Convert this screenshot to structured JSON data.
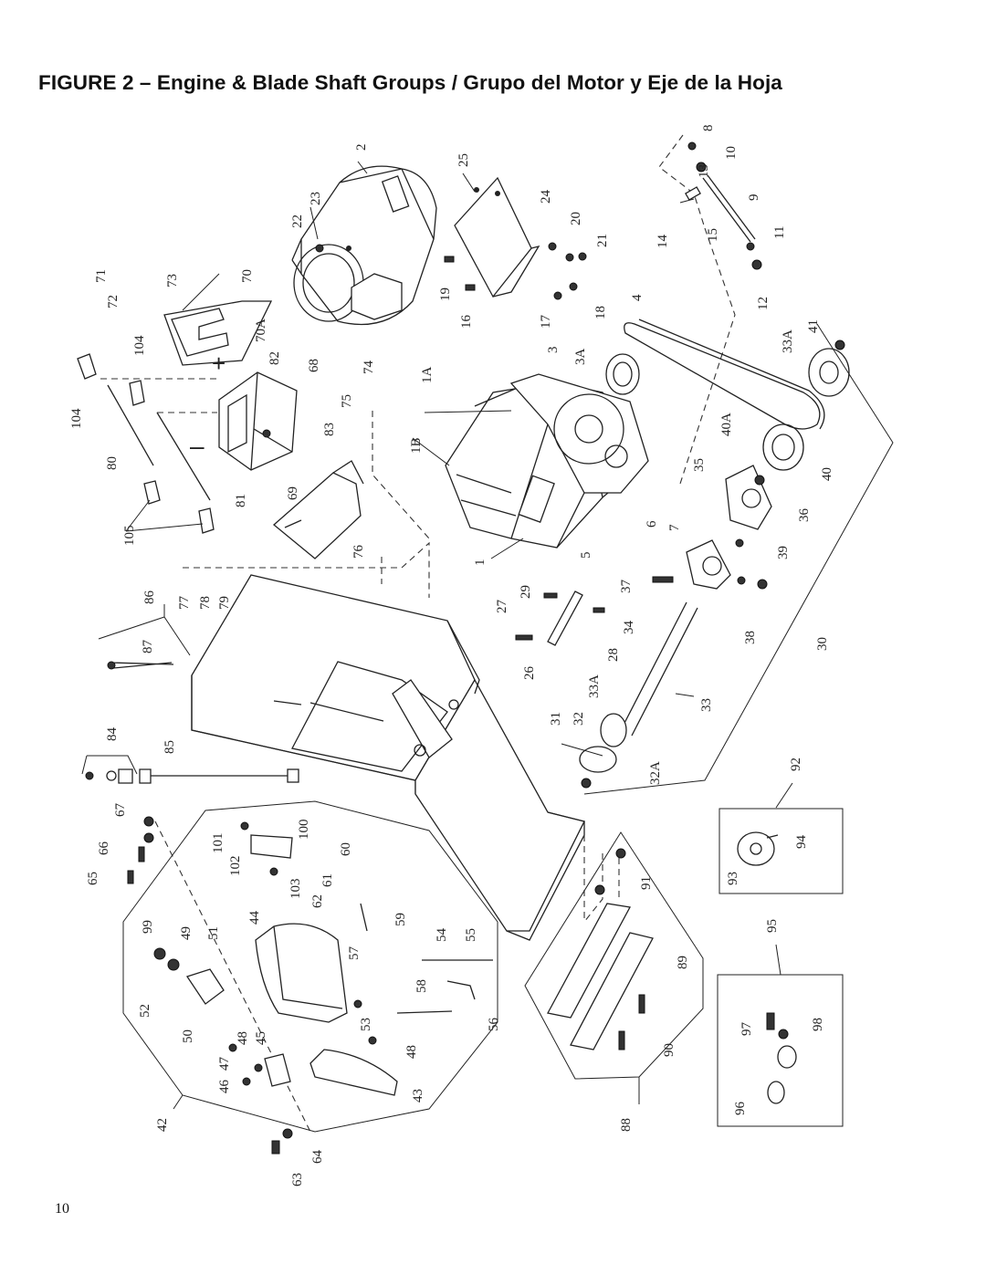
{
  "figure": {
    "title": "FIGURE 2 – Engine & Blade Shaft Groups / Grupo del Motor y Eje de la Hoja",
    "page_number": "10"
  },
  "labels": [
    {
      "id": "2",
      "text": "2"
    },
    {
      "id": "22",
      "text": "22"
    },
    {
      "id": "23",
      "text": "23"
    },
    {
      "id": "25",
      "text": "25"
    },
    {
      "id": "24",
      "text": "24"
    },
    {
      "id": "20",
      "text": "20"
    },
    {
      "id": "21",
      "text": "21"
    },
    {
      "id": "19",
      "text": "19"
    },
    {
      "id": "16",
      "text": "16"
    },
    {
      "id": "17",
      "text": "17"
    },
    {
      "id": "18",
      "text": "18"
    },
    {
      "id": "8",
      "text": "8"
    },
    {
      "id": "10",
      "text": "10"
    },
    {
      "id": "13",
      "text": "13"
    },
    {
      "id": "9",
      "text": "9"
    },
    {
      "id": "14",
      "text": "14"
    },
    {
      "id": "15",
      "text": "15"
    },
    {
      "id": "11",
      "text": "11"
    },
    {
      "id": "12",
      "text": "12"
    },
    {
      "id": "71",
      "text": "71"
    },
    {
      "id": "72",
      "text": "72"
    },
    {
      "id": "73",
      "text": "73"
    },
    {
      "id": "70",
      "text": "70"
    },
    {
      "id": "70A",
      "text": "70A"
    },
    {
      "id": "104a",
      "text": "104"
    },
    {
      "id": "104b",
      "text": "104"
    },
    {
      "id": "82",
      "text": "82"
    },
    {
      "id": "68",
      "text": "68"
    },
    {
      "id": "74",
      "text": "74"
    },
    {
      "id": "75",
      "text": "75"
    },
    {
      "id": "83",
      "text": "83"
    },
    {
      "id": "80",
      "text": "80"
    },
    {
      "id": "81",
      "text": "81"
    },
    {
      "id": "69",
      "text": "69"
    },
    {
      "id": "105",
      "text": "105"
    },
    {
      "id": "4",
      "text": "4"
    },
    {
      "id": "3",
      "text": "3"
    },
    {
      "id": "3A",
      "text": "3A"
    },
    {
      "id": "1A",
      "text": "1A"
    },
    {
      "id": "1B",
      "text": "1B"
    },
    {
      "id": "1",
      "text": "1"
    },
    {
      "id": "33A_top",
      "text": "33A"
    },
    {
      "id": "41",
      "text": "41"
    },
    {
      "id": "40A",
      "text": "40A"
    },
    {
      "id": "35",
      "text": "35"
    },
    {
      "id": "40",
      "text": "40"
    },
    {
      "id": "36",
      "text": "36"
    },
    {
      "id": "6",
      "text": "6"
    },
    {
      "id": "7",
      "text": "7"
    },
    {
      "id": "5",
      "text": "5"
    },
    {
      "id": "39",
      "text": "39"
    },
    {
      "id": "76",
      "text": "76"
    },
    {
      "id": "77",
      "text": "77"
    },
    {
      "id": "78",
      "text": "78"
    },
    {
      "id": "79",
      "text": "79"
    },
    {
      "id": "86",
      "text": "86"
    },
    {
      "id": "87",
      "text": "87"
    },
    {
      "id": "29",
      "text": "29"
    },
    {
      "id": "27",
      "text": "27"
    },
    {
      "id": "37",
      "text": "37"
    },
    {
      "id": "34",
      "text": "34"
    },
    {
      "id": "38",
      "text": "38"
    },
    {
      "id": "30",
      "text": "30"
    },
    {
      "id": "28",
      "text": "28"
    },
    {
      "id": "26",
      "text": "26"
    },
    {
      "id": "33A_mid",
      "text": "33A"
    },
    {
      "id": "33",
      "text": "33"
    },
    {
      "id": "31",
      "text": "31"
    },
    {
      "id": "32",
      "text": "32"
    },
    {
      "id": "32A",
      "text": "32A"
    },
    {
      "id": "84",
      "text": "84"
    },
    {
      "id": "85",
      "text": "85"
    },
    {
      "id": "92",
      "text": "92"
    },
    {
      "id": "67",
      "text": "67"
    },
    {
      "id": "66",
      "text": "66"
    },
    {
      "id": "65",
      "text": "65"
    },
    {
      "id": "101",
      "text": "101"
    },
    {
      "id": "100",
      "text": "100"
    },
    {
      "id": "102",
      "text": "102"
    },
    {
      "id": "60",
      "text": "60"
    },
    {
      "id": "103",
      "text": "103"
    },
    {
      "id": "61",
      "text": "61"
    },
    {
      "id": "62",
      "text": "62"
    },
    {
      "id": "94",
      "text": "94"
    },
    {
      "id": "93",
      "text": "93"
    },
    {
      "id": "91",
      "text": "91"
    },
    {
      "id": "44",
      "text": "44"
    },
    {
      "id": "59",
      "text": "59"
    },
    {
      "id": "99",
      "text": "99"
    },
    {
      "id": "49",
      "text": "49"
    },
    {
      "id": "51",
      "text": "51"
    },
    {
      "id": "54",
      "text": "54"
    },
    {
      "id": "55",
      "text": "55"
    },
    {
      "id": "57",
      "text": "57"
    },
    {
      "id": "95",
      "text": "95"
    },
    {
      "id": "89",
      "text": "89"
    },
    {
      "id": "52",
      "text": "52"
    },
    {
      "id": "58",
      "text": "58"
    },
    {
      "id": "50",
      "text": "50"
    },
    {
      "id": "53",
      "text": "53"
    },
    {
      "id": "56",
      "text": "56"
    },
    {
      "id": "48a",
      "text": "48"
    },
    {
      "id": "45",
      "text": "45"
    },
    {
      "id": "48b",
      "text": "48"
    },
    {
      "id": "97",
      "text": "97"
    },
    {
      "id": "98",
      "text": "98"
    },
    {
      "id": "47",
      "text": "47"
    },
    {
      "id": "46",
      "text": "46"
    },
    {
      "id": "90",
      "text": "90"
    },
    {
      "id": "43",
      "text": "43"
    },
    {
      "id": "96",
      "text": "96"
    },
    {
      "id": "42",
      "text": "42"
    },
    {
      "id": "88",
      "text": "88"
    },
    {
      "id": "63",
      "text": "63"
    },
    {
      "id": "64",
      "text": "64"
    }
  ]
}
